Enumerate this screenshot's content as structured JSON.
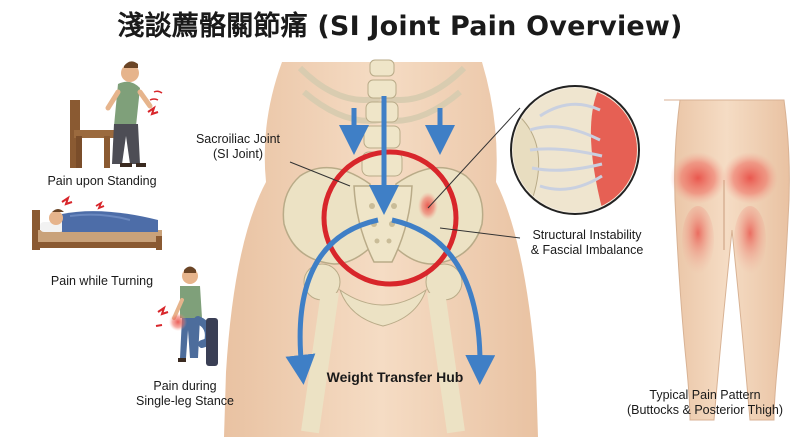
{
  "title": "淺談薦骼關節痛 (SI Joint Pain Overview)",
  "left_panel": {
    "items": [
      {
        "label": "Pain upon Standing"
      },
      {
        "label": "Pain while Turning"
      },
      {
        "label_lines": [
          "Pain during",
          "Single-leg Stance"
        ]
      }
    ]
  },
  "center_panel": {
    "si_joint_label_lines": [
      "Sacroiliac Joint",
      "(SI Joint)"
    ],
    "instability_label_lines": [
      "Structural Instability",
      "& Fascial Imbalance"
    ],
    "hub_label": "Weight Transfer Hub"
  },
  "right_panel": {
    "pattern_label_lines": [
      "Typical Pain Pattern",
      "(Buttocks & Posterior Thigh)"
    ]
  },
  "colors": {
    "arrow_blue": "#3f7fc6",
    "circle_red": "#d8262b",
    "skin": "#f2d2b6",
    "bone": "#ece2c4",
    "pain_red": "#e8423c"
  }
}
